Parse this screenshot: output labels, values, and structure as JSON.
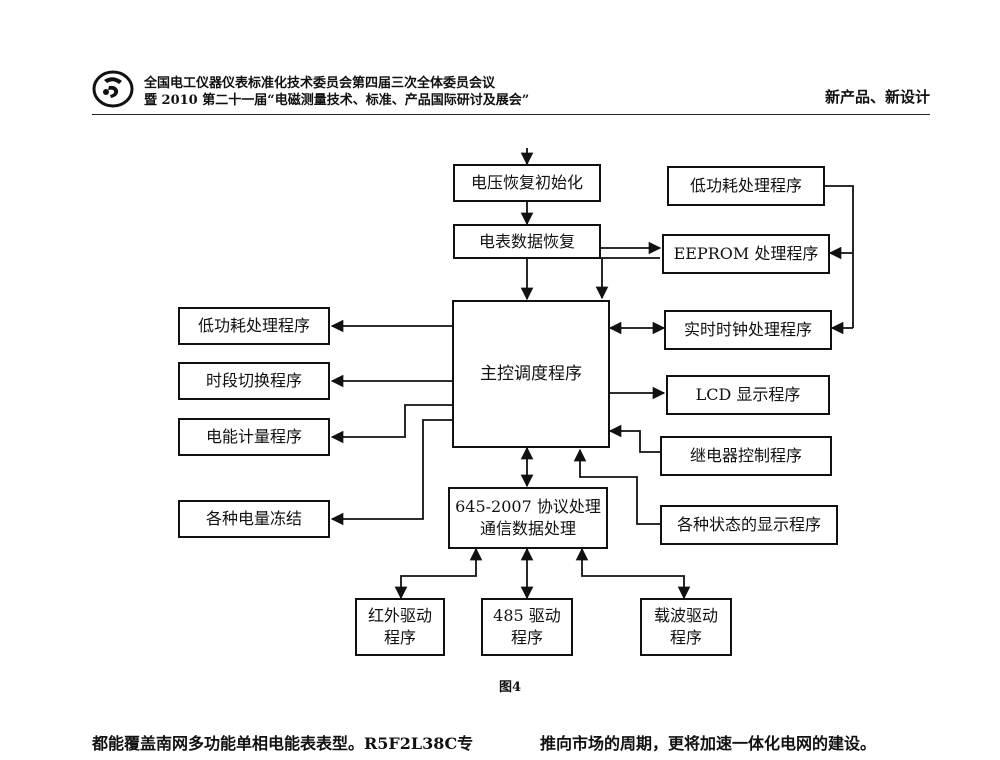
{
  "header": {
    "line1": "全国电工仪器仪表标准化技术委员会第四届三次全体委员会议",
    "line2": "暨 2010 第二十一届“电磁测量技术、标准、产品国际研讨及展会”",
    "right": "新产品、新设计"
  },
  "diagram": {
    "boxes": {
      "power_restore": "电压恢复初始化",
      "meter_restore": "电表数据恢复",
      "lowpower_right": "低功耗处理程序",
      "eeprom": "EEPROM 处理程序",
      "rtc": "实时时钟处理程序",
      "lcd": "LCD 显示程序",
      "relay": "继电器控制程序",
      "status_display": "各种状态的显示程序",
      "main": "主控调度程序",
      "lowpower_left": "低功耗处理程序",
      "period_switch": "时段切换程序",
      "energy_metering": "电能计量程序",
      "freeze": "各种电量冻结",
      "protocol_l1": "645-2007 协议处理",
      "protocol_l2": "通信数据处理",
      "ir_l1": "红外驱动",
      "ir_l2": "程序",
      "rs485_l1": "485 驱动",
      "rs485_l2": "程序",
      "carrier_l1": "载波驱动",
      "carrier_l2": "程序"
    },
    "caption": "图4"
  },
  "body": {
    "left": "都能覆盖南网多功能单相电能表表型。R5F2L38C专",
    "right": "推向市场的周期，更将加速一体化电网的建设。"
  }
}
